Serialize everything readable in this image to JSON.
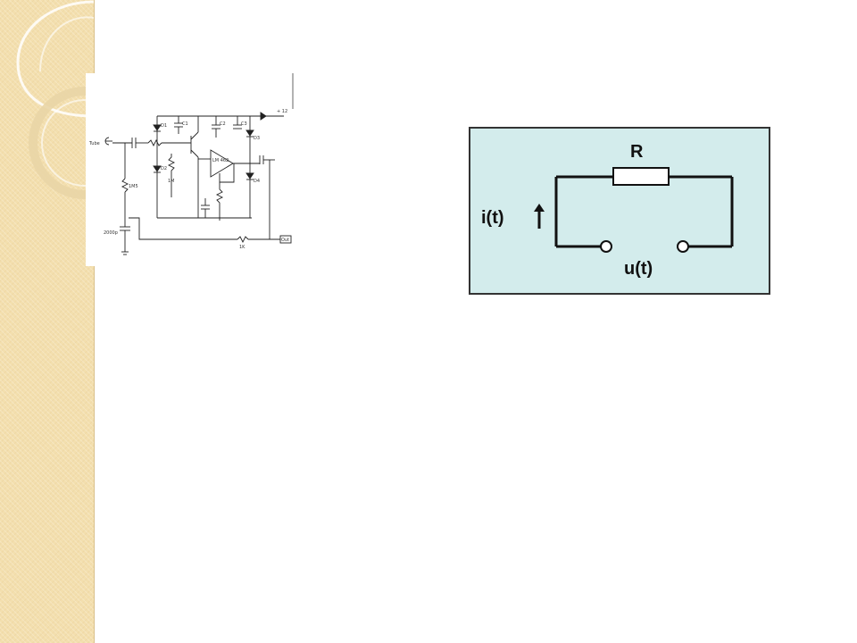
{
  "slide": {
    "background": "#ffffff",
    "band_color": "#f3dfae"
  },
  "schematic": {
    "labels": {
      "input": "Tube",
      "d1": "D1",
      "d2": "D2",
      "d3": "D3",
      "d4": "D4",
      "c1": "C1",
      "c2": "C2",
      "c3": "C3",
      "opamp": "LM 462",
      "supply": "+ 12",
      "r_1m": "1M",
      "r_1m5": "1M5",
      "r_1k": "1K",
      "cap_2000": "2000p",
      "out": "Out"
    }
  },
  "circuit": {
    "resistor_label": "R",
    "current_label": "i(t)",
    "voltage_label": "u(t)",
    "panel_color": "#d3ecec",
    "border_color": "#333333",
    "wire_color": "#111111"
  }
}
